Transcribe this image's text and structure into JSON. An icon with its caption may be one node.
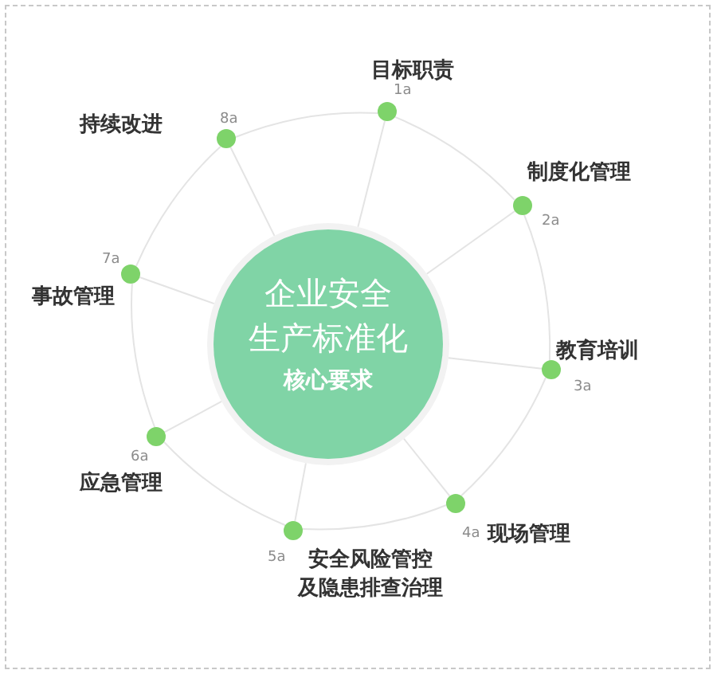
{
  "diagram": {
    "nodes": [
      {
        "text": [
          "企业安全生产标准化",
          "核心要求"
        ]
      },
      {
        "text": [
          "目标职责"
        ],
        "beside": [
          "1a"
        ]
      },
      {
        "text": [
          "制度化管理"
        ],
        "beside": [
          "2a"
        ]
      },
      {
        "text": [
          "教育培训"
        ],
        "beside": [
          "3a"
        ]
      },
      {
        "text": [
          "现场管理"
        ],
        "beside": [
          "4a"
        ]
      },
      {
        "text": [
          "安全风险管控及隐患排查治理"
        ],
        "beside": [
          "5a"
        ]
      },
      {
        "text": [
          "应急管理"
        ],
        "beside": [
          "6a"
        ]
      },
      {
        "text": [
          "事故管理"
        ],
        "beside": [
          "7a"
        ]
      },
      {
        "text": [
          "持续改进"
        ],
        "beside": [
          "8a"
        ]
      }
    ],
    "edges": [
      {
        "from": 0,
        "to": 1,
        "arrow": "none"
      },
      {
        "from": 0,
        "to": 2,
        "arrow": "none"
      },
      {
        "from": 0,
        "to": 3,
        "arrow": "none"
      },
      {
        "from": 0,
        "to": 4,
        "arrow": "none"
      },
      {
        "from": 0,
        "to": 5,
        "arrow": "none"
      },
      {
        "from": 0,
        "to": 6,
        "arrow": "none"
      },
      {
        "from": 0,
        "to": 7,
        "arrow": "none"
      },
      {
        "from": 0,
        "to": 8,
        "arrow": "none"
      },
      {
        "from": 1,
        "to": 2,
        "arrow": "none"
      },
      {
        "from": 2,
        "to": 3,
        "arrow": "none"
      },
      {
        "from": 3,
        "to": 4,
        "arrow": "none"
      },
      {
        "from": 4,
        "to": 5,
        "arrow": "none"
      },
      {
        "from": 5,
        "to": 6,
        "arrow": "none"
      },
      {
        "from": 6,
        "to": 7,
        "arrow": "none"
      },
      {
        "from": 7,
        "to": 8,
        "arrow": "none"
      },
      {
        "from": 8,
        "to": 1,
        "arrow": "none"
      }
    ]
  }
}
